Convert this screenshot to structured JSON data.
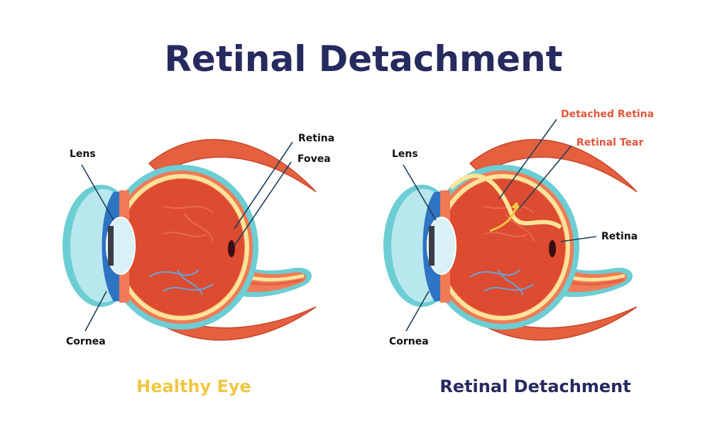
{
  "title": "Retinal Detachment",
  "colors": {
    "title": "#272a5e",
    "healthy_caption": "#f0c741",
    "detached_caption": "#272a5e",
    "label_dark": "#111111",
    "label_accent": "#e0573b",
    "eye_interior": "#dd4b30",
    "eye_wall": "#f07a55",
    "muscle": "#e4603f",
    "retina_layer": "#f9e49a",
    "sclera_outline": "#6ccdd3",
    "cornea_blue": "#2f73c3",
    "lens": "#d9f1f6"
  },
  "healthy_eye": {
    "caption": "Healthy Eye",
    "labels": {
      "lens": "Lens",
      "cornea": "Cornea",
      "retina": "Retina",
      "fovea": "Fovea"
    }
  },
  "detached_eye": {
    "caption": "Retinal Detachment",
    "labels": {
      "lens": "Lens",
      "cornea": "Cornea",
      "retina": "Retina",
      "detached_retina": "Detached Retina",
      "retinal_tear": "Retinal Tear"
    }
  },
  "icons": [
    "healthy-eye-icon",
    "detached-retina-eye-icon"
  ]
}
